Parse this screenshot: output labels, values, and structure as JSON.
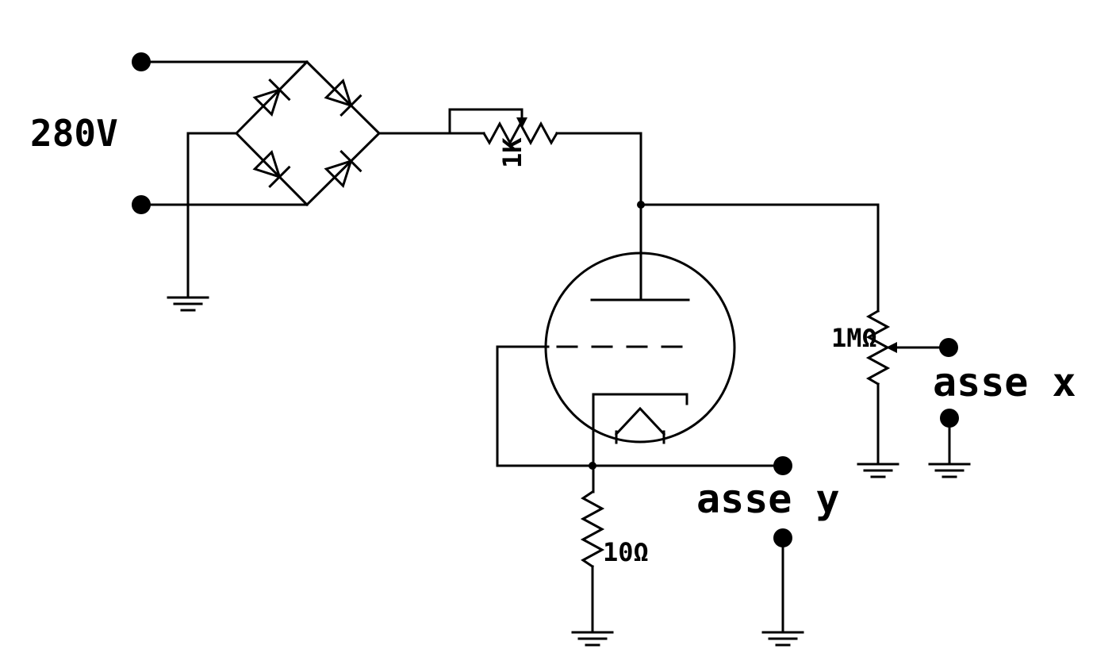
{
  "diagram": {
    "type": "circuit-schematic",
    "description": "Full-wave bridge rectifier power supply driving a triode vacuum tube with rheostat, potentiometer and oscilloscope axis outputs",
    "background_color": "#ffffff",
    "line_color": "#000000",
    "labels": {
      "supply_voltage": "280V",
      "rheostat_value": "1K",
      "potentiometer_value": "1MΩ",
      "cathode_resistor_value": "10Ω",
      "x_axis_terminal": "asse x",
      "y_axis_terminal": "asse y"
    },
    "components": [
      {
        "name": "ac-input",
        "label": "280V",
        "terminals": 2
      },
      {
        "name": "bridge-rectifier",
        "diodes": 4
      },
      {
        "name": "rheostat",
        "value": "1K"
      },
      {
        "name": "triode-vacuum-tube",
        "elements": [
          "plate",
          "grid",
          "cathode",
          "heater"
        ]
      },
      {
        "name": "potentiometer",
        "value": "1MΩ"
      },
      {
        "name": "cathode-resistor",
        "value": "10Ω"
      },
      {
        "name": "x-axis-output",
        "label": "asse x",
        "terminals": 2
      },
      {
        "name": "y-axis-output",
        "label": "asse y",
        "terminals": 2
      },
      {
        "name": "ground-symbols",
        "count": 5
      }
    ]
  }
}
